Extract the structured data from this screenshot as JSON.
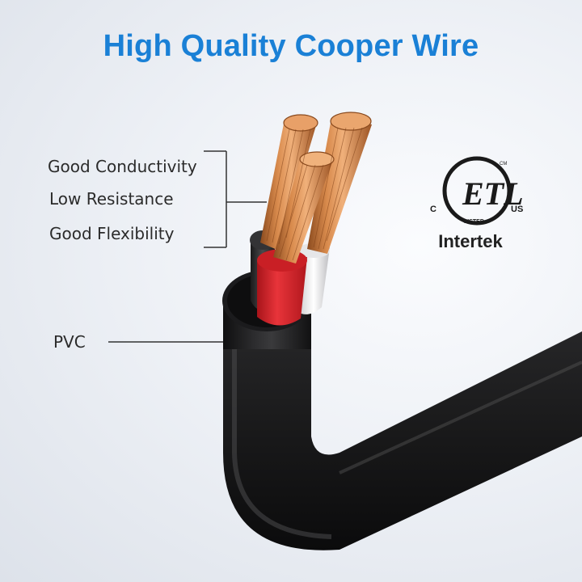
{
  "title": "High Quality Cooper Wire",
  "features": [
    "Good Conductivity",
    "Low Resistance",
    "Good Flexibility"
  ],
  "insulation_label": "PVC",
  "certification": {
    "mark": "ETL",
    "left_letter": "C",
    "right_letters": "US",
    "listed": "LISTED",
    "small_mark": "CM",
    "brand": "Intertek"
  },
  "colors": {
    "title": "#1a80d6",
    "jacket": "#1c1c1e",
    "copper": "#c8763c",
    "red_core": "#d9272b",
    "white_core": "#f2f2f2",
    "black_core": "#2a2a2c"
  }
}
